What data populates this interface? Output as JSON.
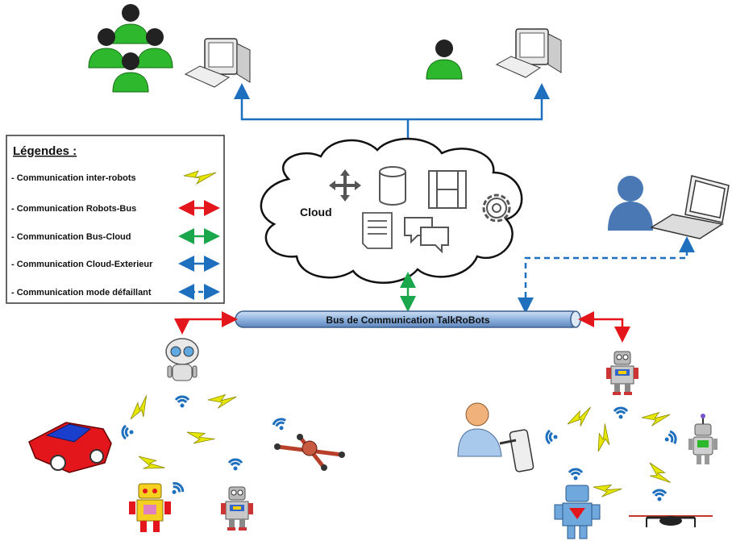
{
  "legend": {
    "title": "Légendes :",
    "items": [
      {
        "label": "- Communication inter-robots",
        "style": "lightning",
        "color": "#e6e600"
      },
      {
        "label": "- Communication Robots-Bus",
        "style": "solid",
        "color": "#e3161b"
      },
      {
        "label": "- Communication Bus-Cloud",
        "style": "solid",
        "color": "#1aa64a"
      },
      {
        "label": "- Communication Cloud-Exterieur",
        "style": "solid",
        "color": "#1f6fbf"
      },
      {
        "label": "- Communication mode défaillant",
        "style": "dashed",
        "color": "#1f6fbf"
      }
    ]
  },
  "cloud": {
    "label": "Cloud"
  },
  "bus": {
    "label": "Bus de Communication TalkRoBots"
  },
  "icons": {
    "top_left": [
      "users-group-icon",
      "desktop-computer-icon"
    ],
    "top_right": [
      "user-icon",
      "desktop-computer-icon"
    ],
    "right": [
      "user-blue-icon",
      "laptop-icon"
    ],
    "cloud": [
      "move-arrows-icon",
      "database-icon",
      "film-strip-icon",
      "gear-icon",
      "document-icon",
      "chat-bubbles-icon"
    ],
    "left_cluster": [
      "robot-white-icon",
      "car-icon",
      "drone-red-icon",
      "robot-yellow-icon",
      "robot-grey-icon"
    ],
    "right_cluster": [
      "robot-grey-icon",
      "person-tablet-icon",
      "robot-small-icon",
      "robot-blue-icon",
      "drone-black-icon"
    ]
  },
  "colors": {
    "robots_bus": "#e3161b",
    "bus_cloud": "#1aa64a",
    "cloud_exterior": "#1f6fbf",
    "lightning": "#e6e600",
    "users_green": "#2eb82e"
  }
}
